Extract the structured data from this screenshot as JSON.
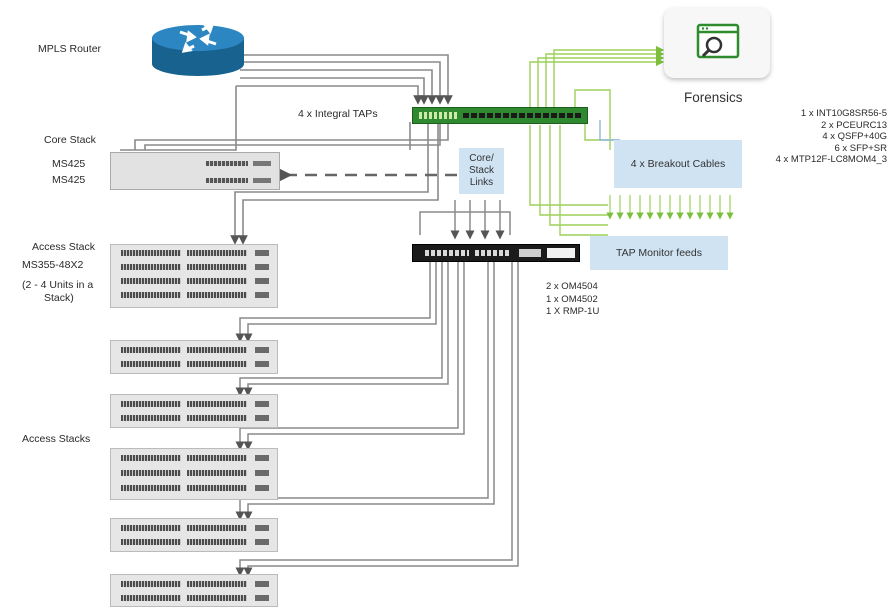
{
  "labels": {
    "mpls_router": "MPLS Router",
    "core_stack": "Core Stack",
    "ms425_a": "MS425",
    "ms425_b": "MS425",
    "integral_taps": "4 x Integral TAPs",
    "core_stack_links": "Core/ Stack Links",
    "access_stack": "Access Stack",
    "access_model": "MS355-48X2",
    "access_units_1": "(2 - 4 Units in a",
    "access_units_2": "Stack)",
    "access_stacks": "Access Stacks",
    "forensics": "Forensics",
    "breakout_cables": "4 x Breakout Cables",
    "tap_monitor_feeds": "TAP Monitor feeds"
  },
  "parts_list": [
    "1 x INT10G8SR56-5",
    "2 x PCEURC13",
    "4 x QSFP+40G",
    "6 x SFP+SR",
    "4 x MTP12F-LC8MOM4_3"
  ],
  "om_list": [
    "2 x OM4504",
    "1 x OM4502",
    "1 X RMP-1U"
  ],
  "icons": [
    "router-icon",
    "forensics-window-icon",
    "magnifier-icon"
  ],
  "colors": {
    "router_blue": "#1e74a8",
    "link_blue": "#cfe3f3",
    "tap_green": "#2f8a2f",
    "feed_green": "#9dd05a",
    "cable_gray": "#7a7a7a"
  }
}
